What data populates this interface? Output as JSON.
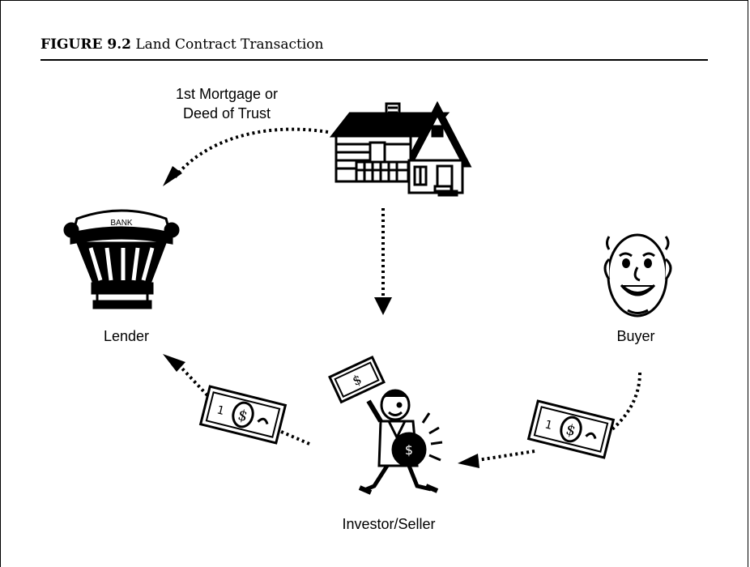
{
  "figure": {
    "number": "FIGURE 9.2",
    "title": "Land Contract Transaction"
  },
  "labels": {
    "mortgage_line1": "1st Mortgage or",
    "mortgage_line2": "Deed of Trust",
    "lender": "Lender",
    "buyer": "Buyer",
    "investor_seller": "Investor/Seller",
    "bank_sign": "BANK"
  },
  "icons": [
    "house-icon",
    "bank-icon",
    "buyer-face-icon",
    "investor-icon",
    "money-bill-icon"
  ],
  "colors": {
    "ink": "#000000",
    "paper": "#ffffff"
  }
}
